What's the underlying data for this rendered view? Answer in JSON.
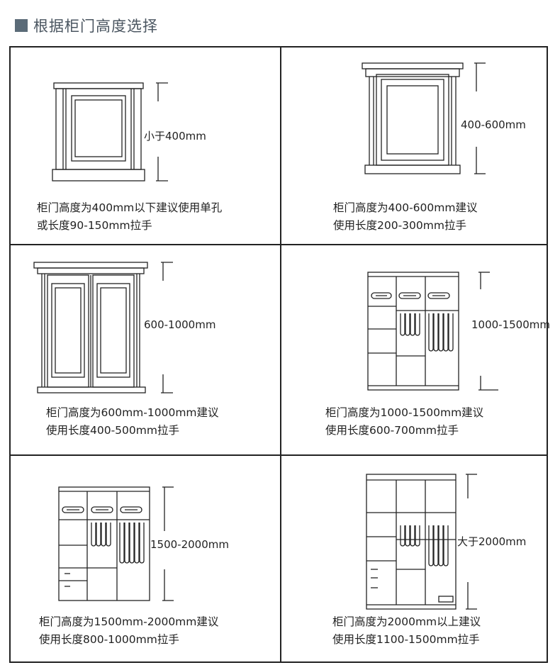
{
  "header": {
    "title": "根据柜门高度选择"
  },
  "panels": [
    {
      "height_label": "小于400mm",
      "caption_line1": "柜门高度为400mm以下建议使用单孔",
      "caption_line2": "或长度90-150mm拉手"
    },
    {
      "height_label": "400-600mm",
      "caption_line1": "柜门高度为400-600mm建议",
      "caption_line2": "使用长度200-300mm拉手"
    },
    {
      "height_label": "600-1000mm",
      "caption_line1": "柜门高度为600mm-1000mm建议",
      "caption_line2": "使用长度400-500mm拉手"
    },
    {
      "height_label": "1000-1500mm",
      "caption_line1": "柜门高度为1000-1500mm建议",
      "caption_line2": "使用长度600-700mm拉手"
    },
    {
      "height_label": "1500-2000mm",
      "caption_line1": "柜门高度为1500mm-2000mm建议",
      "caption_line2": "使用长度800-1000mm拉手"
    },
    {
      "height_label": "大于2000mm",
      "caption_line1": "柜门高度为2000mm以上建议",
      "caption_line2": "使用长度1100-1500mm拉手"
    }
  ]
}
